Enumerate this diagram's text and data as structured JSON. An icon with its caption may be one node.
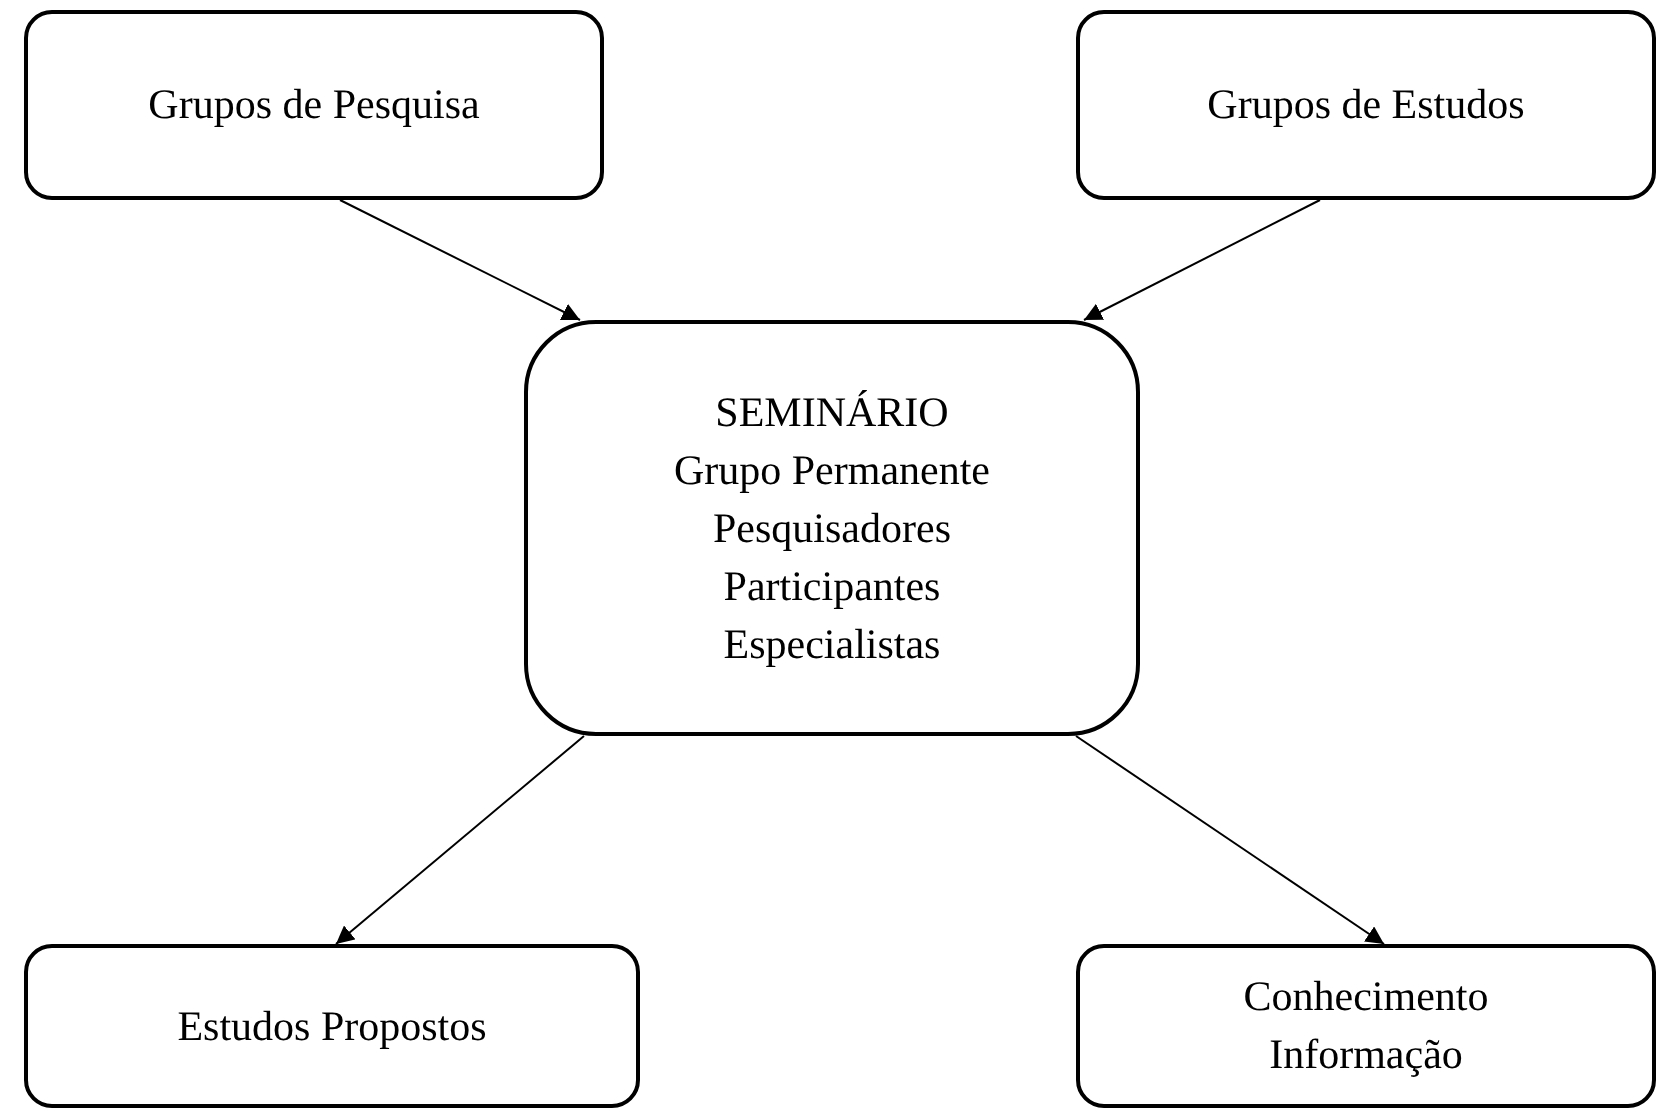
{
  "diagram": {
    "nodes": [
      {
        "text": [
          "Grupos de Pesquisa"
        ]
      },
      {
        "text": [
          "Grupos de Estudos"
        ]
      },
      {
        "text": [
          "SEMINÁRIO",
          "Grupo Permanente",
          "Pesquisadores",
          "Participantes",
          "Especialistas"
        ]
      },
      {
        "text": [
          "Estudos Propostos"
        ]
      },
      {
        "text": [
          "Conhecimento Informação"
        ]
      }
    ],
    "edges": [
      {
        "from": 0,
        "to": 2,
        "arrow": "to"
      },
      {
        "from": 1,
        "to": 2,
        "arrow": "to"
      },
      {
        "from": 2,
        "to": 3,
        "arrow": "to"
      },
      {
        "from": 2,
        "to": 4,
        "arrow": "to"
      }
    ]
  }
}
